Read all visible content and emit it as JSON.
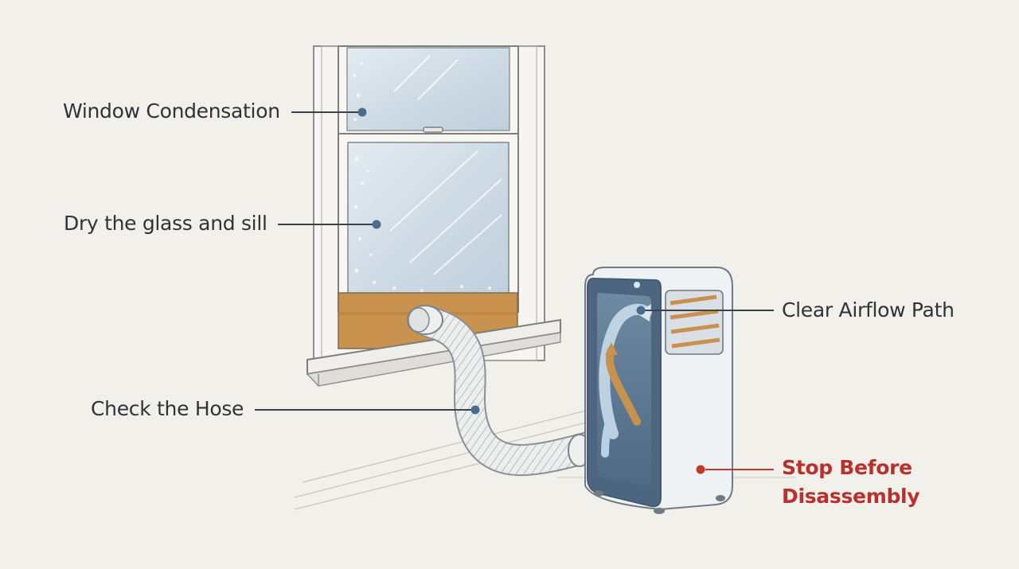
{
  "callouts": {
    "window_condensation": "Window Condensation",
    "dry_glass": "Dry the glass and sill",
    "check_hose": "Check the Hose",
    "airflow": "Clear Airflow Path",
    "stop_line1": "Stop Before",
    "stop_line2": "Disassembly"
  },
  "colors": {
    "background": "#f1f0eb",
    "label_text": "#2f3338",
    "marker": "#4a6d8c",
    "warning": "#b8312d",
    "window_panel_board": "#c9924f",
    "unit_body": "#e9eef1",
    "unit_interior": "#5a7891"
  }
}
